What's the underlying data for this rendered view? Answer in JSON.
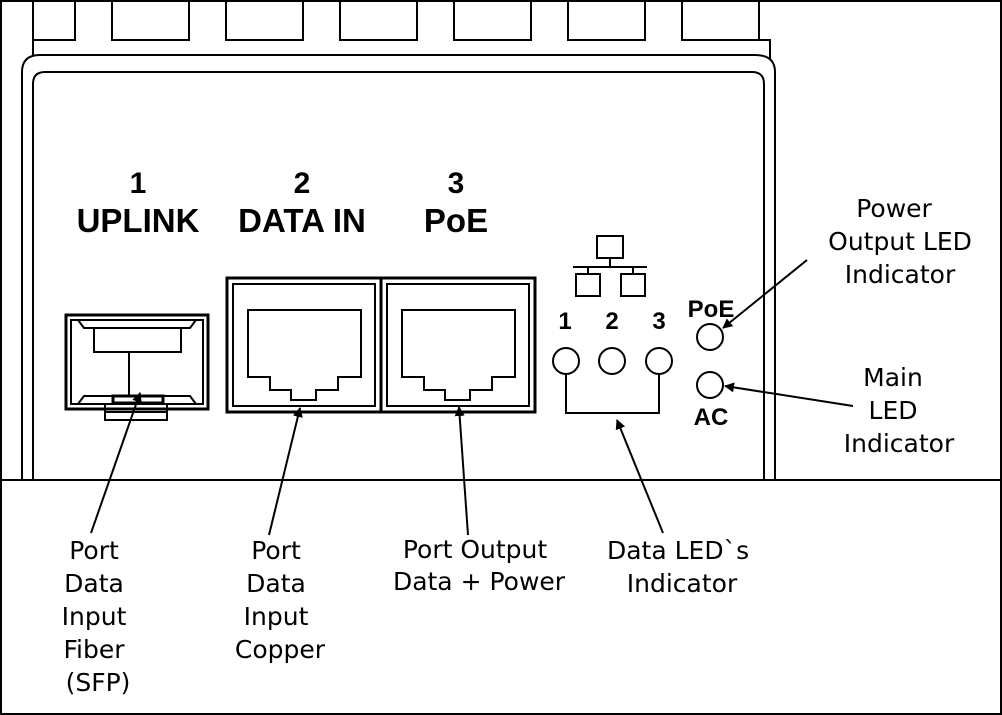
{
  "ports": {
    "uplink": {
      "number": "1",
      "name": "UPLINK"
    },
    "data_in": {
      "number": "2",
      "name": "DATA IN"
    },
    "poe": {
      "number": "3",
      "name": "PoE"
    }
  },
  "leds": {
    "data_numbers": [
      "1",
      "2",
      "3"
    ],
    "poe_label": "PoE",
    "ac_label": "AC"
  },
  "callouts": {
    "fiber": [
      "Port",
      "Data",
      "Input",
      "Fiber",
      "(SFP)"
    ],
    "copper": [
      "Port",
      "Data",
      "Input",
      "Copper"
    ],
    "output": [
      "Port Output",
      "Data + Power"
    ],
    "data_leds": [
      "Data LED`s",
      "Indicator"
    ],
    "power_led": [
      "Power",
      "Output LED",
      "Indicator"
    ],
    "main_led": [
      "Main",
      "LED",
      "Indicator"
    ]
  },
  "icons": {
    "network": "network-topology-icon"
  }
}
